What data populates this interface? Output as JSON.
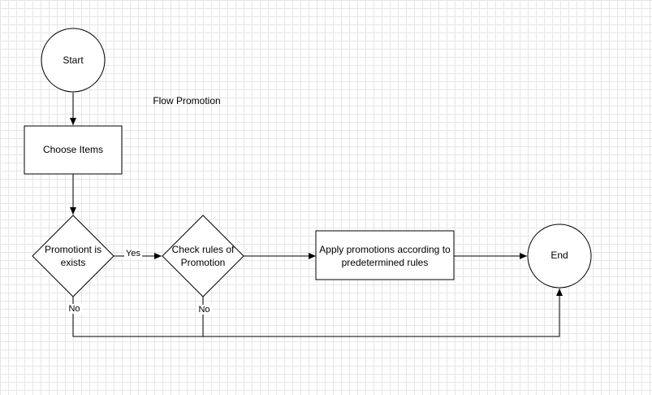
{
  "diagram": {
    "title": "Flow Promotion",
    "nodes": {
      "start": {
        "label": "Start",
        "shape": "circle"
      },
      "choose_items": {
        "label": "Choose Items",
        "shape": "rectangle"
      },
      "promotion_exists": {
        "label": "Promotiont is exists",
        "shape": "diamond"
      },
      "check_rules": {
        "label": "Check rules of Promotion",
        "shape": "diamond"
      },
      "apply_promotions": {
        "label": "Apply promotions according to predetermined rules",
        "shape": "rectangle"
      },
      "end": {
        "label": "End",
        "shape": "circle"
      }
    },
    "edges": {
      "start_to_choose": {
        "from": "start",
        "to": "choose_items",
        "label": ""
      },
      "choose_to_exists": {
        "from": "choose_items",
        "to": "promotion_exists",
        "label": ""
      },
      "exists_to_check": {
        "from": "promotion_exists",
        "to": "check_rules",
        "label": "Yes"
      },
      "check_to_apply": {
        "from": "check_rules",
        "to": "apply_promotions",
        "label": ""
      },
      "apply_to_end": {
        "from": "apply_promotions",
        "to": "end",
        "label": ""
      },
      "exists_no_to_end": {
        "from": "promotion_exists",
        "to": "end",
        "label": "No"
      },
      "check_no_to_end": {
        "from": "check_rules",
        "to": "end",
        "label": "No"
      }
    },
    "colors": {
      "stroke": "#000000",
      "fill": "#ffffff",
      "grid": "#e6e6e6"
    }
  }
}
